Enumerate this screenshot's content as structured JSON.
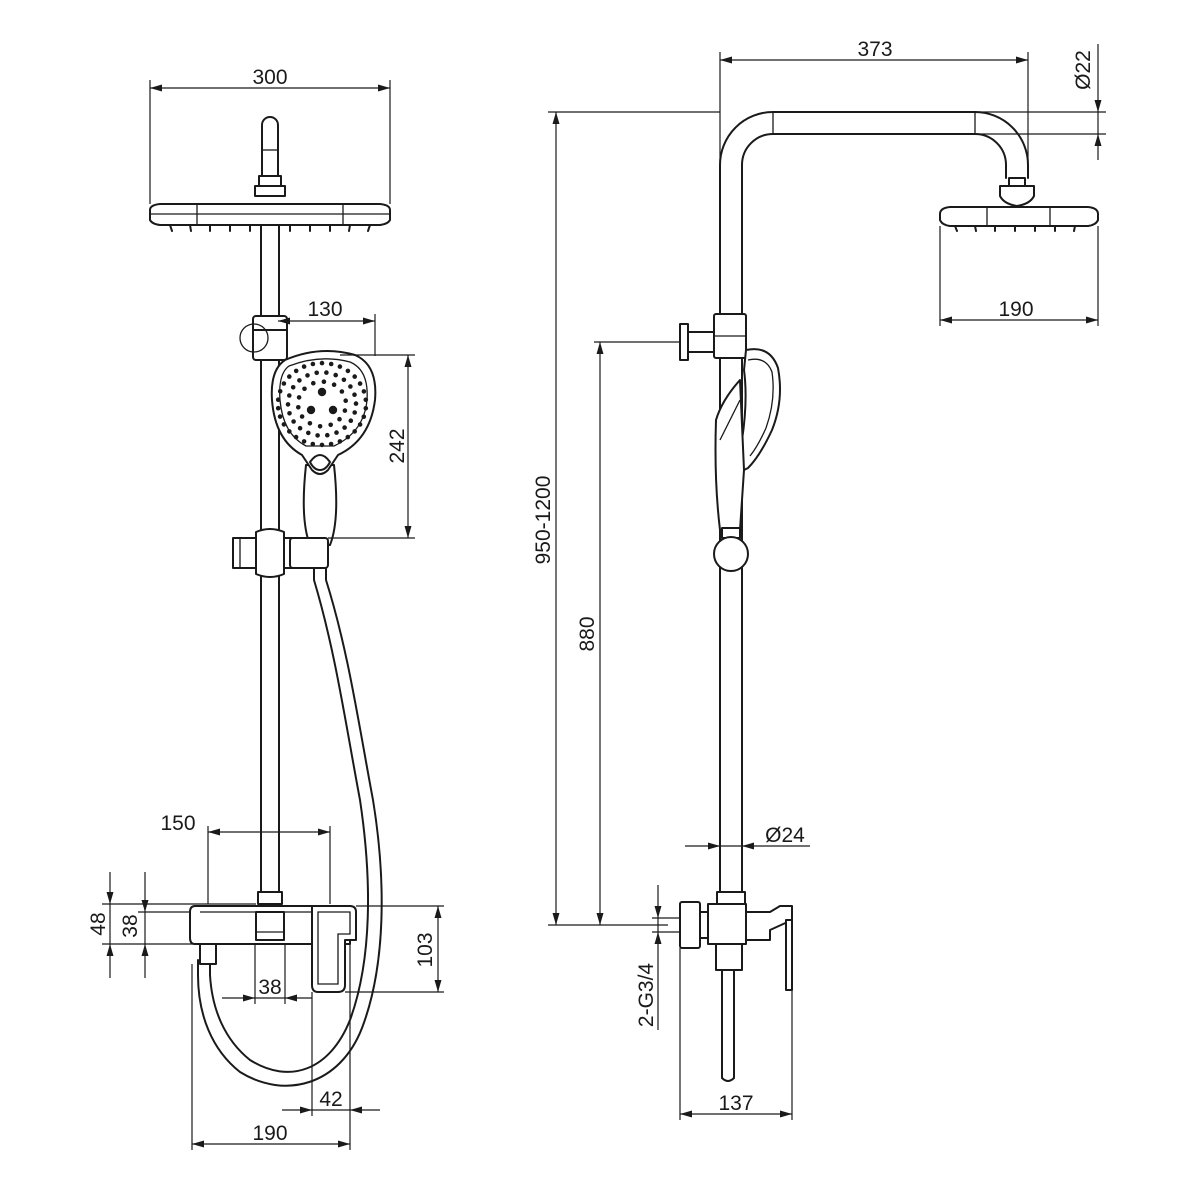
{
  "dimensions": {
    "front_head_width": "300",
    "front_handshower_offset": "130",
    "front_handshower_height": "242",
    "front_outlet_spacing": "150",
    "front_mixer_48": "48",
    "front_mixer_38_left": "38",
    "front_mixer_height": "103",
    "front_mixer_38_bottom": "38",
    "front_mixer_42": "42",
    "front_mixer_width": "190",
    "side_arm_length": "373",
    "side_arm_diameter": "Ø22",
    "side_head_diameter": "190",
    "side_total_height": "950-1200",
    "side_bracket_height": "880",
    "side_pipe_diameter": "Ø24",
    "side_connection": "2-G3/4",
    "side_mixer_depth": "137"
  }
}
